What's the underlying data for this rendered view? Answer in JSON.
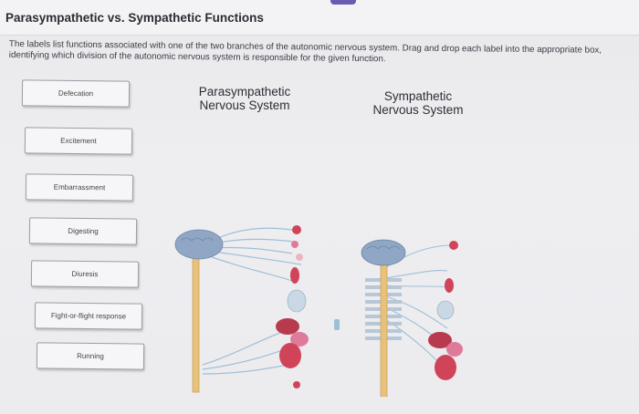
{
  "page": {
    "title": "Parasympathetic vs. Sympathetic Functions",
    "instructions": "The labels list functions associated with one of the two branches of the autonomic nervous system. Drag and drop each label into the appropriate box, identifying which division of the autonomic nervous system is responsible for the given function."
  },
  "labels": [
    "Defecation",
    "Excitement",
    "Embarrassment",
    "Digesting",
    "Diuresis",
    "Fight-or-flight response",
    "Running"
  ],
  "columns": {
    "parasympathetic": "Parasympathetic\nNervous System",
    "sympathetic": "Sympathetic\nNervous System"
  },
  "colors": {
    "accent": "#6b5bb0",
    "brain": "#8fa7c4",
    "spinal_cord": "#e8c27a",
    "nerve": "#9fbfd6",
    "organ_red": "#d0445a",
    "organ_pink": "#e07a9a"
  },
  "icons": {
    "para_figure": "parasympathetic-anatomy-illustration",
    "symp_figure": "sympathetic-anatomy-illustration"
  }
}
